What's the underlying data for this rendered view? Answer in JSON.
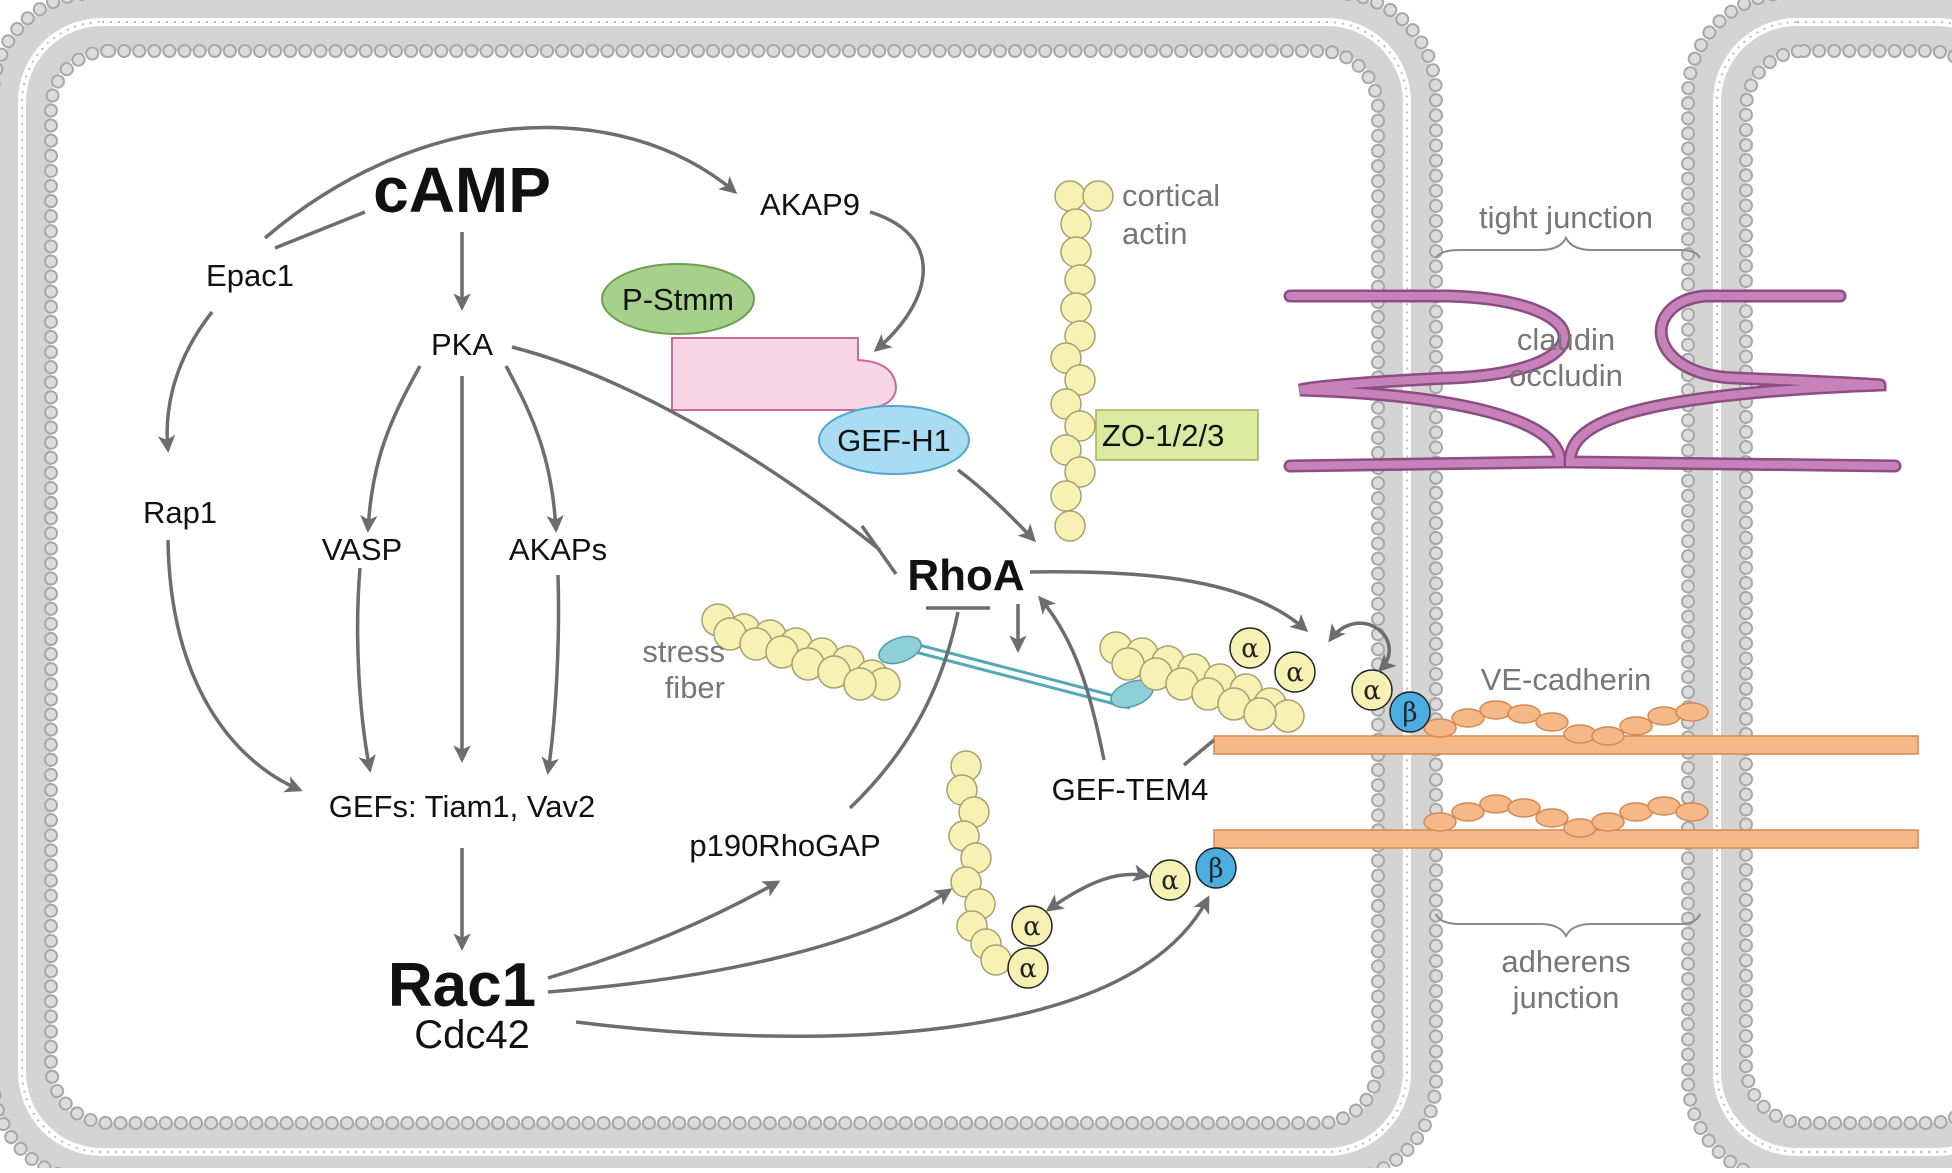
{
  "labels": {
    "camp": "cAMP",
    "akap9": "AKAP9",
    "epac1": "Epac1",
    "pka": "PKA",
    "rap1": "Rap1",
    "vasp": "VASP",
    "akaps": "AKAPs",
    "gefs": "GEFs: Tiam1, Vav2",
    "rac1": "Rac1",
    "cdc42": "Cdc42",
    "p190": "p190RhoGAP",
    "rhoa": "RhoA",
    "gef_tem4": "GEF-TEM4",
    "p_stmm": "P-Stmm",
    "gef_h1": "GEF-H1",
    "cortical_actin_1": "cortical",
    "cortical_actin_2": "actin",
    "zo": "ZO-1/2/3",
    "tight_junction": "tight junction",
    "claudin": "claudin",
    "occludin": "occludin",
    "stress_fiber_1": "stress",
    "stress_fiber_2": "fiber",
    "ve_cadherin": "VE-cadherin",
    "adherens_1": "adherens",
    "adherens_2": "junction",
    "alpha": "α",
    "beta": "β"
  },
  "colors": {
    "arrow": "#6d6d6d",
    "membrane_head": "#c9c9c9",
    "actin": "#f7f1b4",
    "p_stmm": "#a7d08c",
    "gef_h1": "#a9dcf2",
    "stathmin_box": "#f9d6e6",
    "zo_box": "#dbeaa0",
    "claudin": "#c07bb3",
    "cadherin": "#f5b888",
    "beta": "#4aaee0"
  }
}
